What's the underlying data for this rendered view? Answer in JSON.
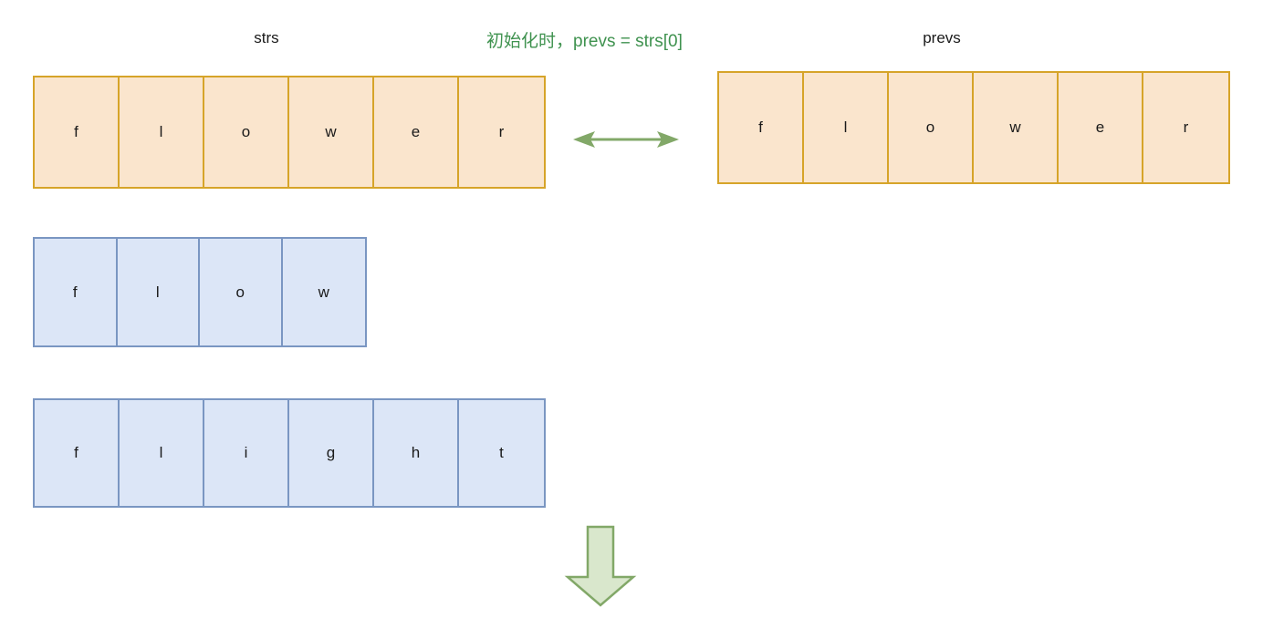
{
  "diagram": {
    "title_labels": {
      "strs": "strs",
      "prevs": "prevs"
    },
    "annotation": "初始化时，prevs = strs[0]",
    "colors": {
      "orange_fill": "#FAE5CD",
      "orange_border": "#D6A429",
      "blue_fill": "#DCE6F7",
      "blue_border": "#7A96C2",
      "green_text": "#3F924F",
      "green_arrow": "#82A868",
      "green_arrow_fill": "#D9E7CC"
    },
    "arrays": [
      {
        "name": "strs",
        "label": "strs",
        "style": "orange",
        "cells": [
          "f",
          "l",
          "o",
          "w",
          "e",
          "r"
        ]
      },
      {
        "name": "prevs",
        "label": "prevs",
        "style": "orange",
        "cells": [
          "f",
          "l",
          "o",
          "w",
          "e",
          "r"
        ]
      },
      {
        "name": "flow",
        "label": "",
        "style": "blue",
        "cells": [
          "f",
          "l",
          "o",
          "w"
        ]
      },
      {
        "name": "flight",
        "label": "",
        "style": "blue",
        "cells": [
          "f",
          "l",
          "i",
          "g",
          "h",
          "t"
        ]
      }
    ],
    "arrows": [
      {
        "name": "bidirectional-arrow",
        "direction": "both",
        "style": "line"
      },
      {
        "name": "down-arrow",
        "direction": "down",
        "style": "block"
      }
    ]
  }
}
